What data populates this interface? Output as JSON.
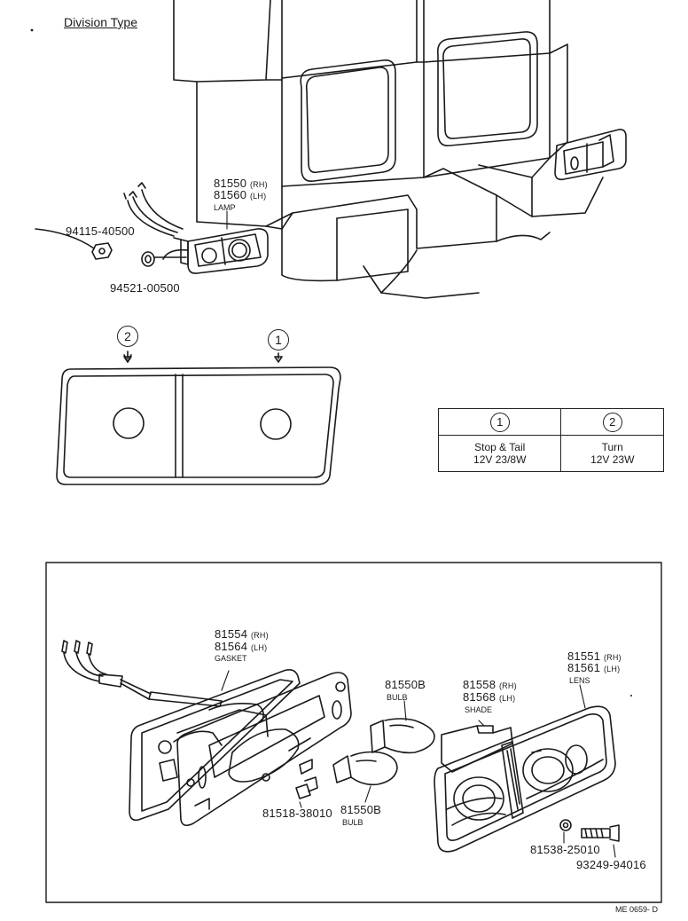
{
  "title": "Division Type",
  "top_labels": {
    "lamp_rh": "81550",
    "lamp_rh_side": "(RH)",
    "lamp_lh": "81560",
    "lamp_lh_side": "(LH)",
    "lamp_name": "LAMP",
    "nut": "94115-40500",
    "washer": "94521-00500"
  },
  "lens_markers": [
    "2",
    "1"
  ],
  "bulb_table": {
    "headers": [
      "1",
      "2"
    ],
    "cells": [
      {
        "line1": "Stop & Tail",
        "line2": "12V 23/8W"
      },
      {
        "line1": "Turn",
        "line2": "12V 23W"
      }
    ]
  },
  "exploded_labels": {
    "gasket_rh": "81554",
    "gasket_rh_side": "(RH)",
    "gasket_lh": "81564",
    "gasket_lh_side": "(LH)",
    "gasket_name": "GASKET",
    "bulb1": "81550B",
    "bulb1_name": "BULB",
    "shade_rh": "81558",
    "shade_rh_side": "(RH)",
    "shade_lh": "81568",
    "shade_lh_side": "(LH)",
    "shade_name": "SHADE",
    "lens_rh": "81551",
    "lens_rh_side": "(RH)",
    "lens_lh": "81561",
    "lens_lh_side": "(LH)",
    "lens_name": "LENS",
    "socket_nut": "81518-38010",
    "bulb2": "81550B",
    "bulb2_name": "BULB",
    "lens_nut": "81538-25010",
    "screw": "93249-94016"
  },
  "figure_code": "ME 0659- D"
}
